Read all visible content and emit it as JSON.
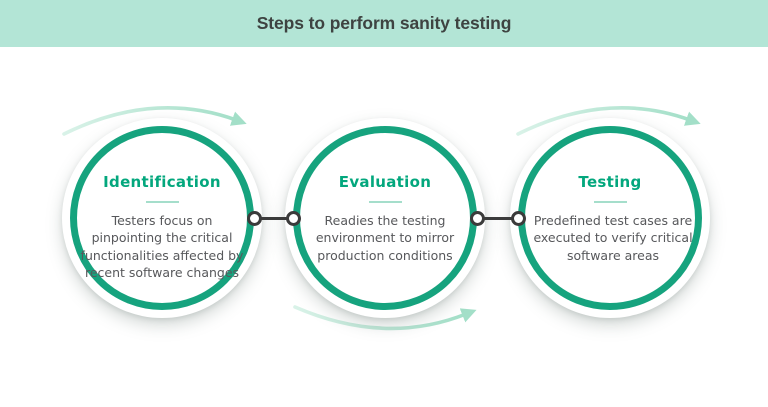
{
  "header": {
    "title": "Steps to perform sanity testing"
  },
  "steps": [
    {
      "title": "Identification",
      "description": "Testers focus on pinpointing the critical functionalities affected by recent software changes"
    },
    {
      "title": "Evaluation",
      "description": "Readies the testing environment to mirror production conditions"
    },
    {
      "title": "Testing",
      "description": "Predefined test cases are executed to verify critical software areas"
    }
  ],
  "icons": [
    "curved-arrow-icon",
    "connector-node-icon"
  ],
  "colors": {
    "band": "#b3e5d6",
    "header_text": "#3e4341",
    "accent_green": "#16a37e",
    "title_green": "#03a77d",
    "light_green": "#a5decb",
    "arrow_tail": "#d9f2e8",
    "arrow_head": "#a3dfc8",
    "body_text": "#57585b",
    "connector": "#3b3b3b"
  }
}
